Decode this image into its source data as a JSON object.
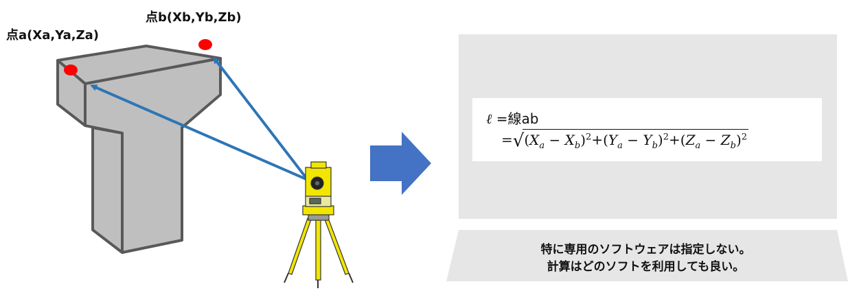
{
  "labels": {
    "point_a": "点a(Xa,Ya,Za)",
    "point_b": "点b(Xb,Yb,Zb)"
  },
  "formula": {
    "lhs_symbol": "ℓ",
    "line1_rhs": "=線ab",
    "line2_prefix": "=",
    "terms": [
      {
        "open": "(",
        "v1": "X",
        "s1": "a",
        "v2": "X",
        "s2": "b",
        "exp": "2"
      },
      {
        "open": "(",
        "v1": "Y",
        "s1": "a",
        "v2": "Y",
        "s2": "b",
        "exp": "2"
      },
      {
        "open": "(",
        "v1": "Z",
        "s1": "a",
        "v2": "Z",
        "s2": "b",
        "exp": "2"
      }
    ]
  },
  "note": {
    "line1": "特に専用のソフトウェアは指定しない。",
    "line2": "計算はどのソフトを利用しても良い。"
  },
  "colors": {
    "pier_fill": "#bfbfbf",
    "pier_stroke": "#595959",
    "point_marker": "#ff0000",
    "measure_arrow": "#2e75b6",
    "flow_arrow": "#4472c4",
    "panel_bg": "#e6e6e6",
    "note_bg": "#e6e6e6",
    "instrument_yellow": "#f2e600"
  }
}
